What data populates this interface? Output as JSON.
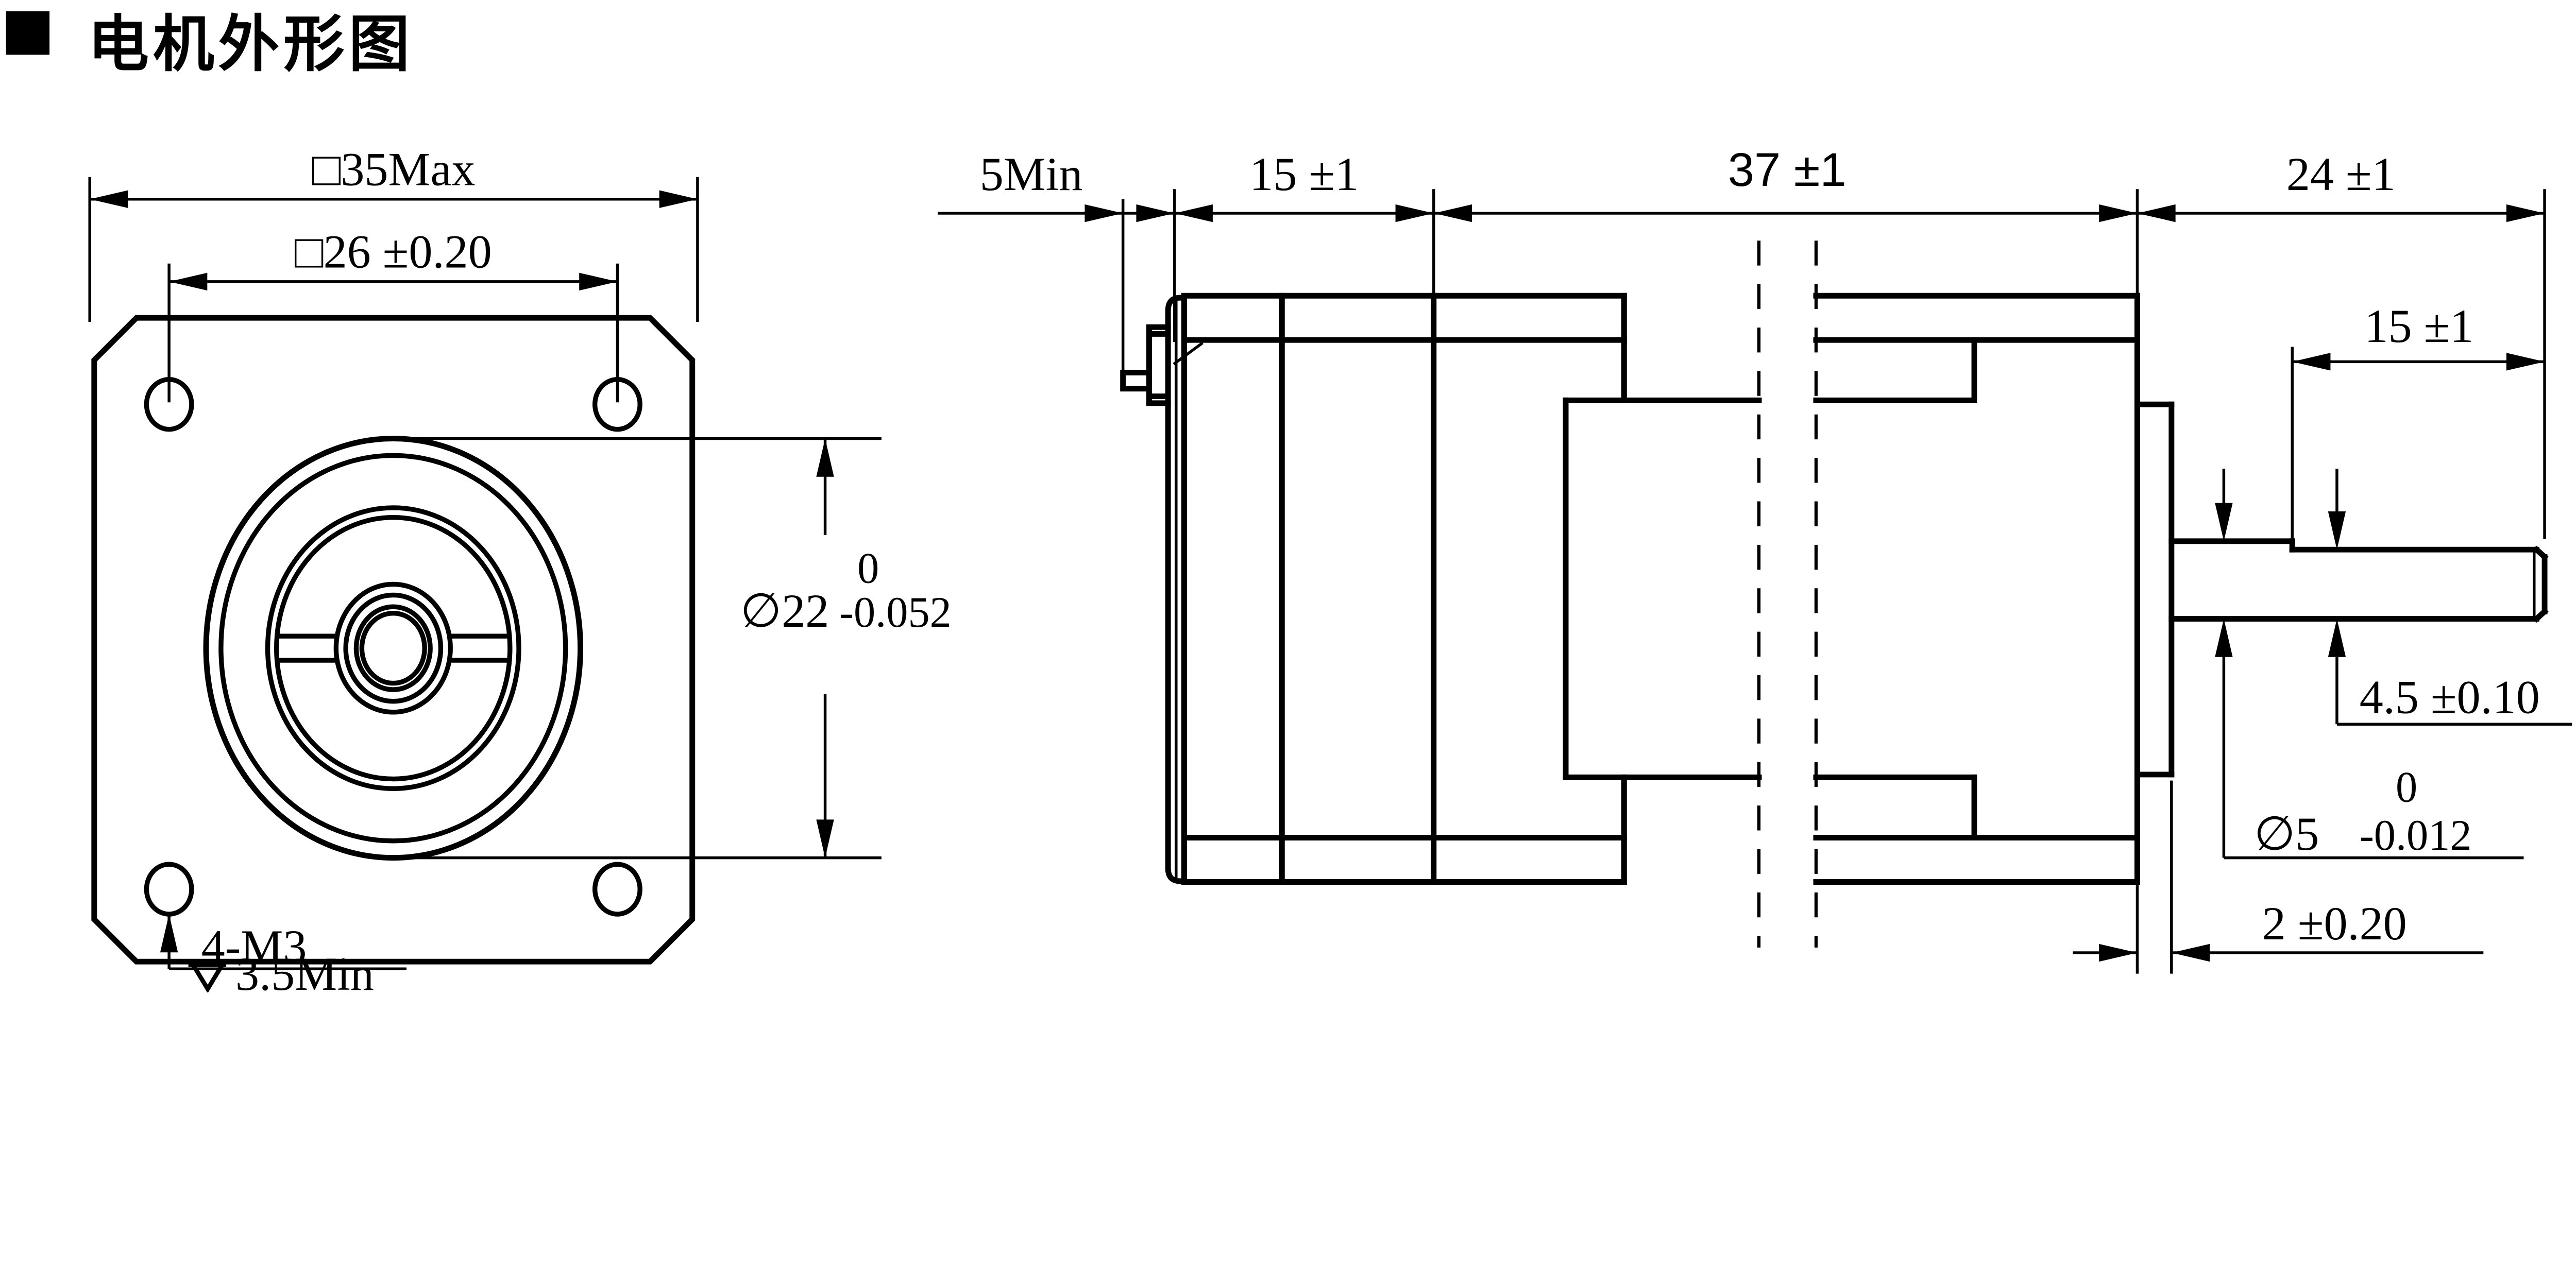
{
  "title": {
    "text": "电机外形图",
    "bullet_icon": "black-square"
  },
  "colors": {
    "ink": "#000000",
    "paper": "#ffffff"
  },
  "front_view": {
    "dim_flange_size": "□35Max",
    "dim_bolt_spacing": "□26 ±0.20",
    "pilot_diameter": {
      "prefix": "∅22",
      "tol_upper": "0",
      "tol_lower": "-0.052"
    },
    "mounting_holes": "4-M3",
    "thread_depth": "3.5Min",
    "depth_symbol_icon": "depth-symbol"
  },
  "side_view": {
    "dim_lead_min": "5Min",
    "dim_front_housing": "15 ±1",
    "dim_body_length": "37 ±1",
    "dim_shaft_length": "24 ±1",
    "dim_flat_length": "15 ±1",
    "dim_flat_height": "4.5 ±0.10",
    "shaft_diameter": {
      "prefix": "∅5",
      "tol_upper": "0",
      "tol_lower": "-0.012"
    },
    "dim_pilot_boss": "2 ±0.20"
  }
}
